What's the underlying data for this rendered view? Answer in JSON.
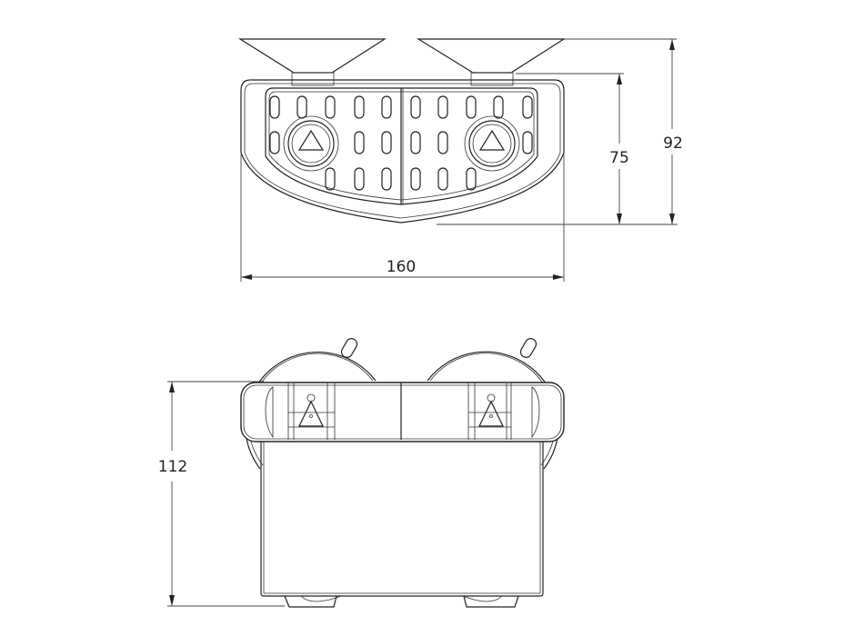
{
  "dimensions": {
    "width_top": "160",
    "depth_inner": "75",
    "depth_total": "92",
    "height_front": "112"
  },
  "colors": {
    "line": "#222222",
    "background": "#ffffff"
  }
}
